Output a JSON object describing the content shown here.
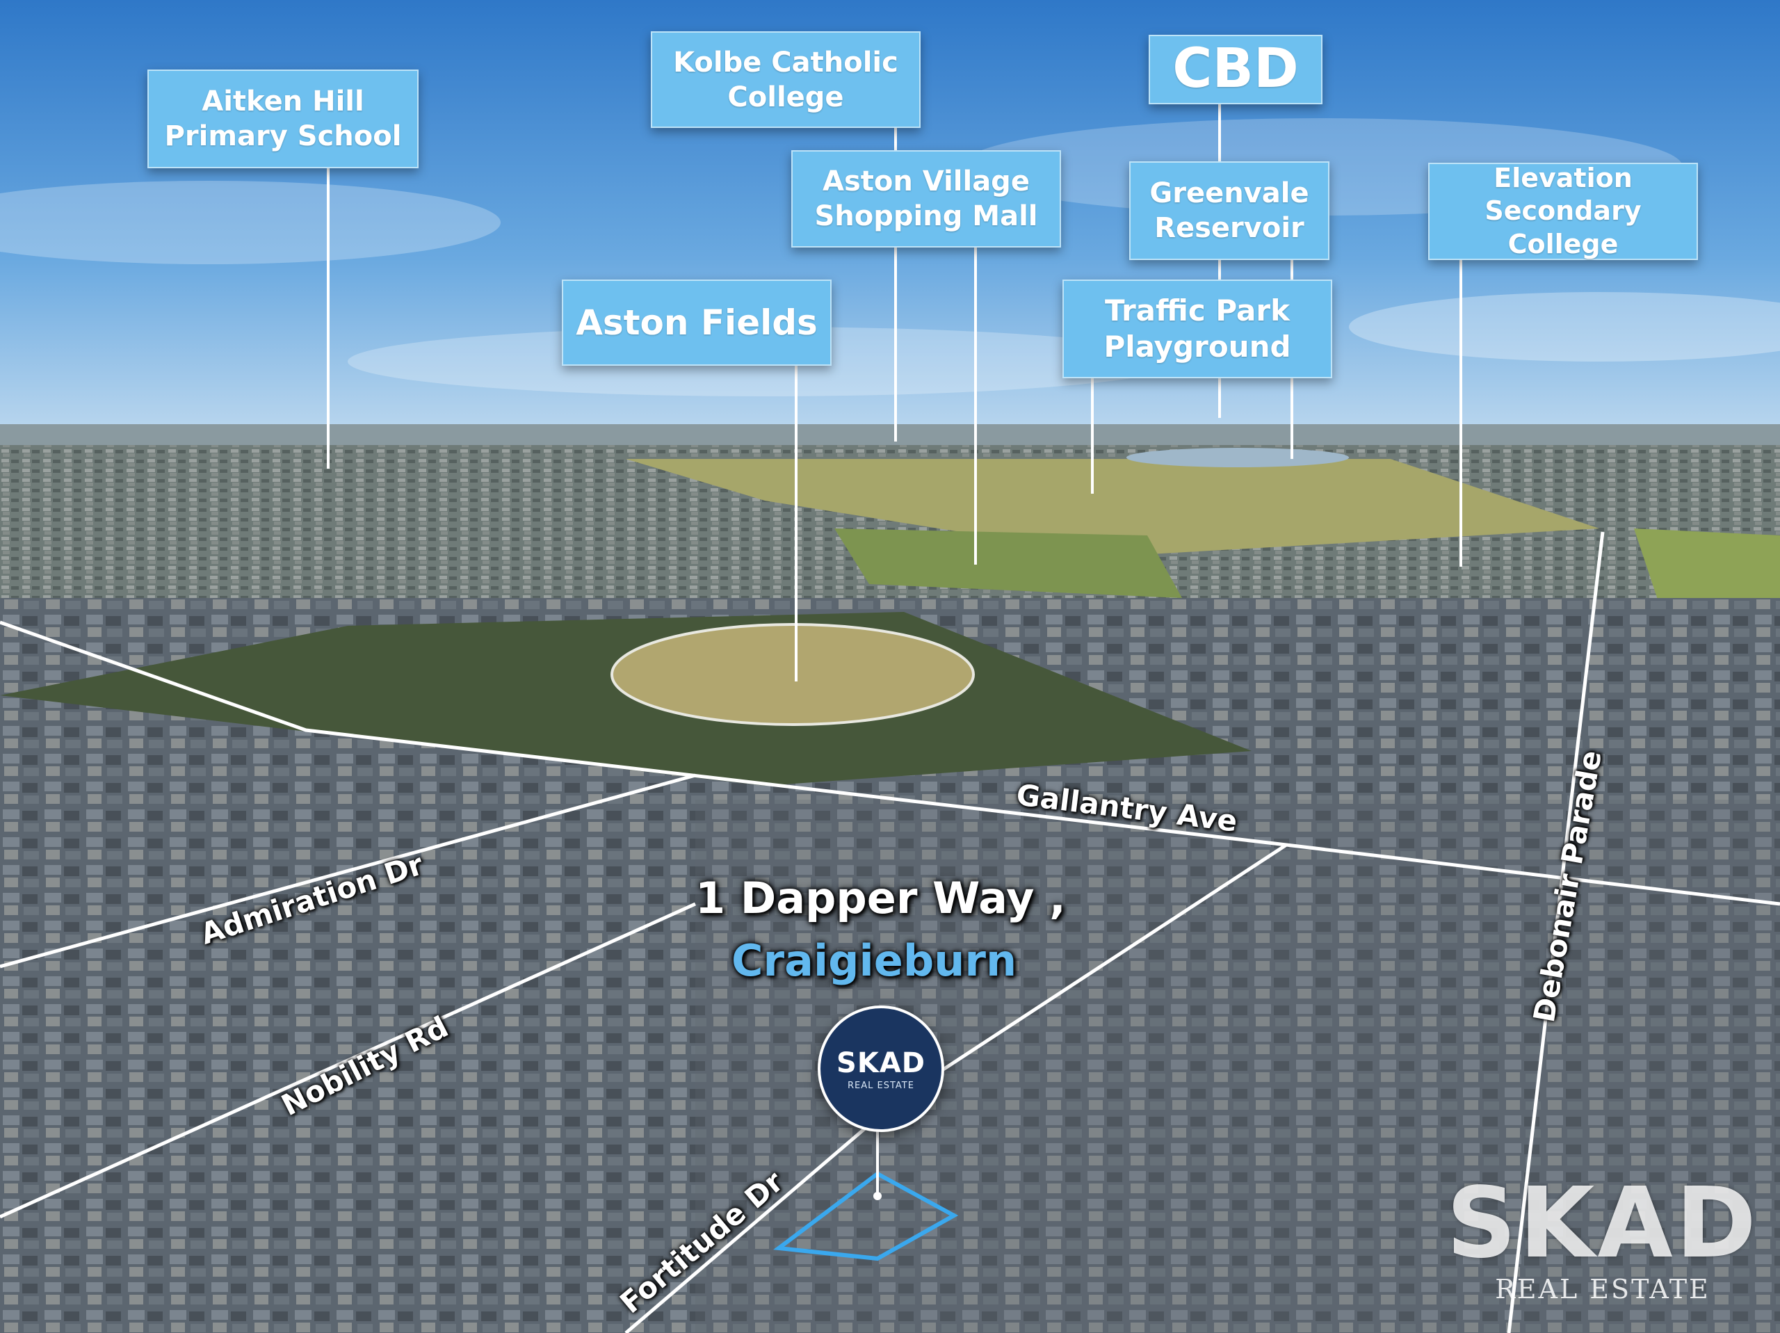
{
  "labels": [
    {
      "id": "aitken",
      "text": "Aitken Hill\nPrimary School"
    },
    {
      "id": "kolbe",
      "text": "Kolbe Catholic\nCollege"
    },
    {
      "id": "cbd",
      "text": "CBD"
    },
    {
      "id": "aston_village",
      "text": "Aston Village\nShopping Mall"
    },
    {
      "id": "greenvale",
      "text": "Greenvale\nReservoir"
    },
    {
      "id": "elevation",
      "text": "Elevation\nSecondary College"
    },
    {
      "id": "aston_fields",
      "text": "Aston Fields"
    },
    {
      "id": "traffic_park",
      "text": "Traffic Park\nPlayground"
    }
  ],
  "streets": {
    "gallantry": "Gallantry Ave",
    "admiration": "Admiration Dr",
    "nobility": "Nobility Rd",
    "debonair": "Debonair Parade",
    "fortitude": "Fortitude Dr"
  },
  "address": {
    "line1": "1 Dapper Way ,",
    "line2": "Craigieburn"
  },
  "brand": {
    "pin_name": "SKAD",
    "pin_sub": "REAL ESTATE",
    "watermark_name": "SKAD",
    "watermark_sub": "REAL ESTATE"
  },
  "colors": {
    "label_bg": "#6ec0ef",
    "accent": "#62b8ee",
    "pin_bg": "#1a3560"
  }
}
